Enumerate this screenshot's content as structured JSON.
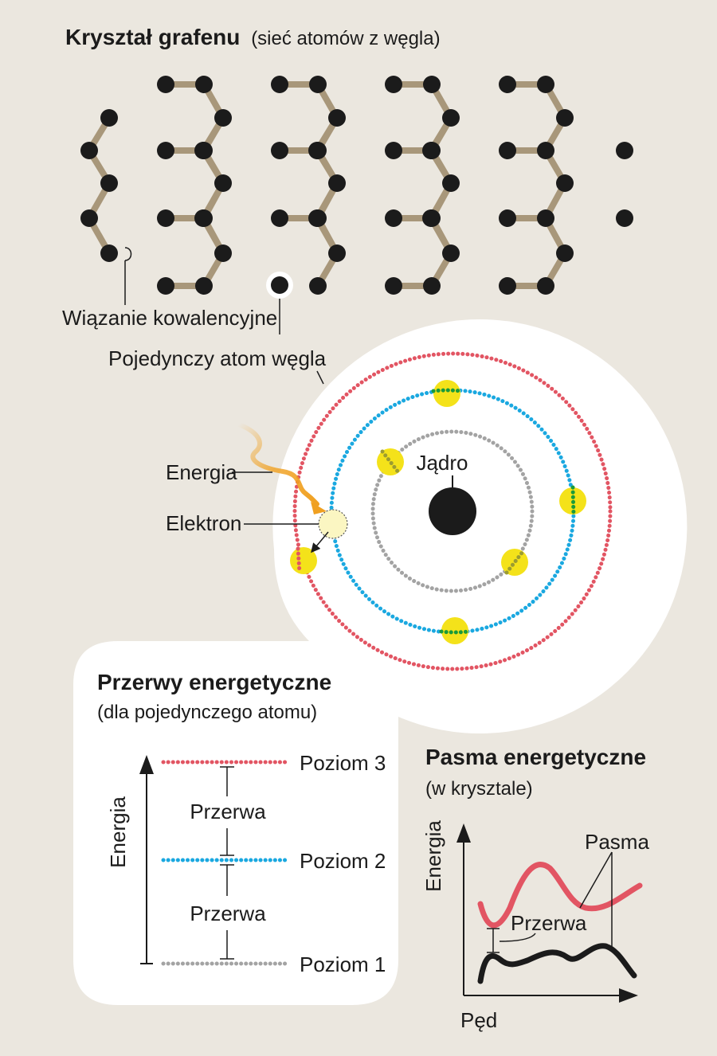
{
  "crystal": {
    "title_bold": "Kryształ grafenu",
    "title_note": "(sieć atomów z węgla)",
    "bond_label": "Wiązanie kowalencyjne",
    "atom_label": "Pojedynczy atom węgla"
  },
  "atom": {
    "energy_label": "Energia",
    "electron_label": "Elektron",
    "nucleus_label": "Jądro"
  },
  "gaps": {
    "title": "Przerwy energetyczne",
    "subtitle": "(dla pojedynczego atomu)",
    "axis_label": "Energia",
    "levels": [
      "Poziom 3",
      "Poziom 2",
      "Poziom 1"
    ],
    "gap_labels": [
      "Przerwa",
      "Przerwa"
    ]
  },
  "bands": {
    "title": "Pasma energetyczne",
    "subtitle": "(w krysztale)",
    "y_label": "Energia",
    "x_label": "Pęd",
    "bands_label": "Pasma",
    "gap_label": "Przerwa"
  },
  "colors": {
    "background": "#ebe7df",
    "bond": "#a8977a",
    "atom": "#1b1b1b",
    "level_3": "#e25563",
    "level_2": "#1aa8e0",
    "level_1": "#a3a3a3",
    "electron": "#f4e21a",
    "energy_arrow": "#f0a020",
    "band_upper": "#e25563",
    "band_lower": "#1b1b1b"
  }
}
